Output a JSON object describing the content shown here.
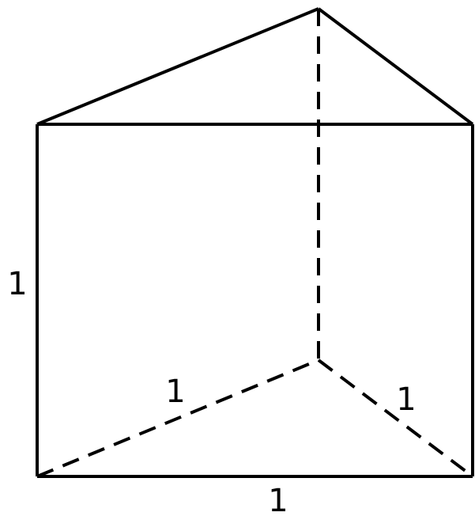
{
  "diagram": {
    "type": "triangular-prism",
    "stroke_color": "#000000",
    "background_color": "#ffffff",
    "labels": {
      "height": "1",
      "base_back_left": "1",
      "base_back_right": "1",
      "base_front": "1"
    }
  }
}
